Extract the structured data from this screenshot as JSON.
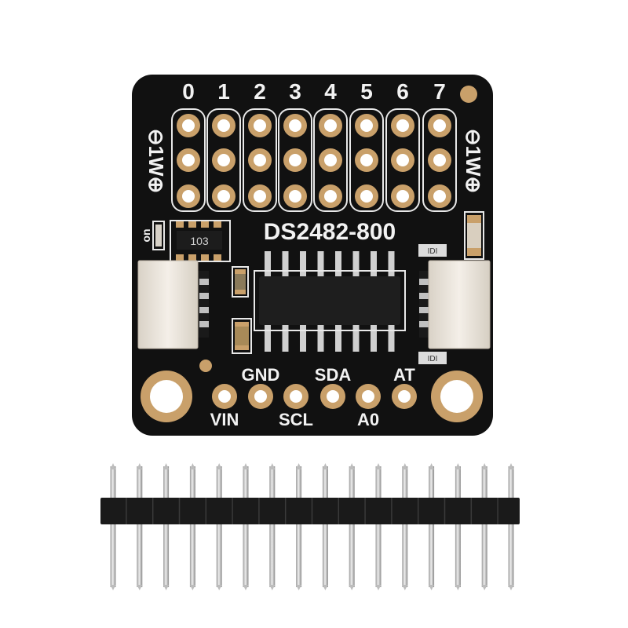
{
  "board": {
    "chip_name": "DS2482-800",
    "channel_numbers": [
      "0",
      "1",
      "2",
      "3",
      "4",
      "5",
      "6",
      "7"
    ],
    "side_label_left": "⊖1W⊕",
    "side_label_right": "⊖1W⊕",
    "led_label": "on",
    "resistor_code": "103",
    "connector_side_codes": [
      "IDI",
      "IDI"
    ],
    "bottom_pins_upper": [
      "GND",
      "SDA",
      "AT"
    ],
    "bottom_pins_lower": [
      "VIN",
      "SCL",
      "A0"
    ]
  },
  "colors": {
    "pcb": "#111111",
    "gold": "#c9a06a",
    "silkscreen": "#f2f2f2",
    "connector": "#ece7df",
    "pin_metal": "#c8c8c8",
    "header_plastic": "#1a1a1a"
  },
  "header": {
    "pin_count": 16
  }
}
